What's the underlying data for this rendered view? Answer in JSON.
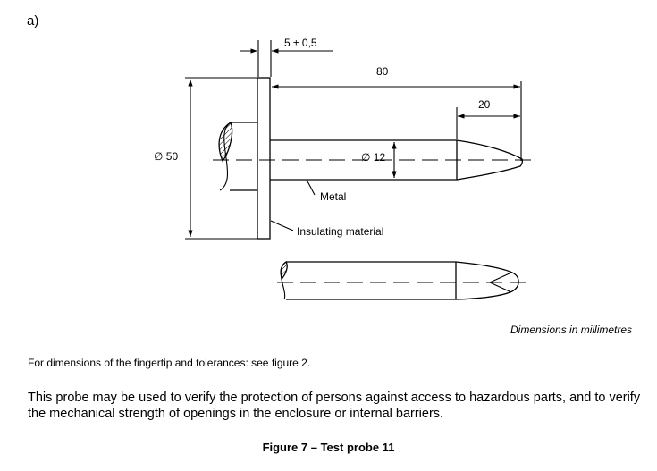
{
  "figure": {
    "part_label": "a)",
    "caption": "Figure 7 – Test probe 11"
  },
  "dimensions": {
    "thickness": "5 ± 0,5",
    "length": "80",
    "tip_length": "20",
    "plate_diameter": "∅ 50",
    "rod_diameter": "∅ 12"
  },
  "labels": {
    "metal": "Metal",
    "insulating": "Insulating material"
  },
  "notes": {
    "units": "Dimensions in millimetres",
    "fingertip": "For dimensions of the fingertip and tolerances: see figure 2.",
    "paragraph": "This probe may be used to verify the protection of persons against access to hazardous parts, and to verify the mechanical strength of openings in the enclosure or internal barriers."
  }
}
